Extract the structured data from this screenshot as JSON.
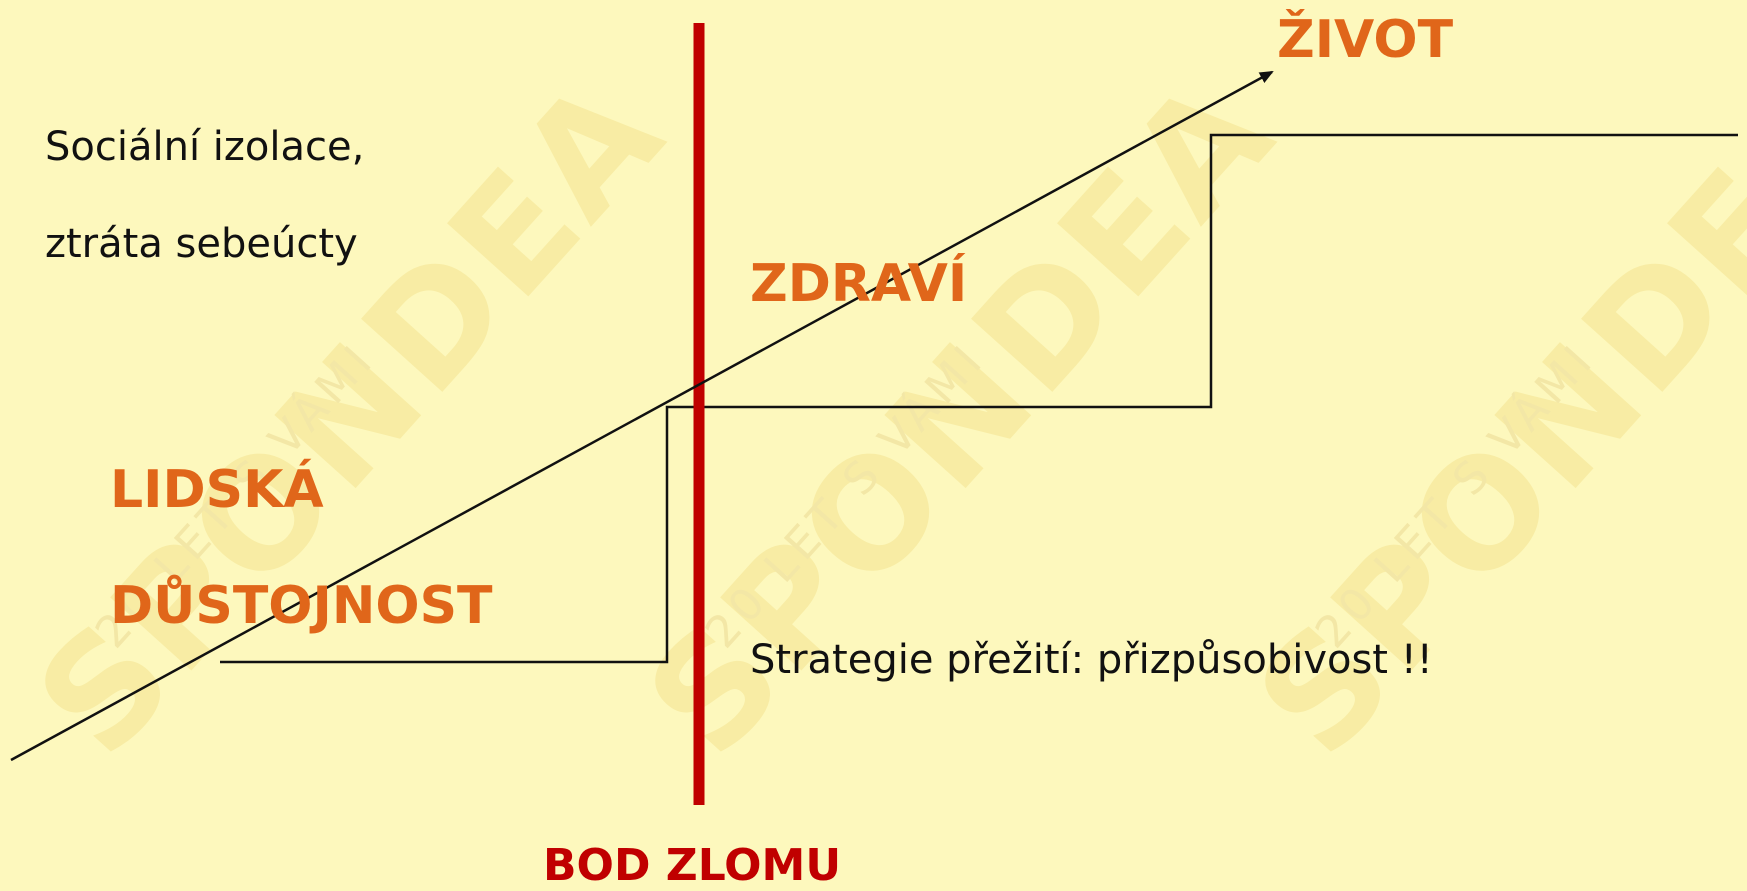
{
  "watermark": {
    "brand": "SPONDEA",
    "tagline": "20 LET S VÁMI"
  },
  "colors": {
    "background": "#fdf8bd",
    "accent_orange": "#e0661a",
    "break_line_red": "#c00000",
    "text_black": "#111111"
  },
  "labels": {
    "isolation_line1": "Sociální izolace,",
    "isolation_line2": "ztráta sebeúcty",
    "dignity_line1": "LIDSKÁ",
    "dignity_line2": "DŮSTOJNOST",
    "health": "ZDRAVÍ",
    "life": "ŽIVOT",
    "strategy": "Strategie přežití: přizpůsobivost !!",
    "breaking_point": "BOD ZLOMU"
  }
}
